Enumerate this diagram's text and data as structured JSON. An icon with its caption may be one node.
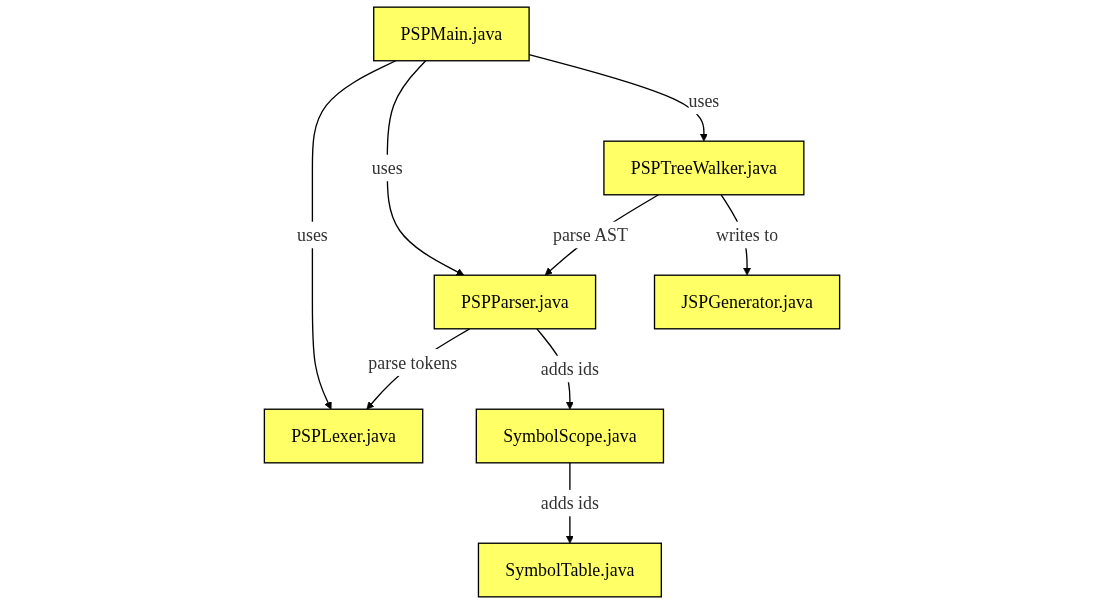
{
  "diagram": {
    "nodes": [
      {
        "text": [
          "PSPMain.java"
        ]
      },
      {
        "text": [
          "PSPLexer.java"
        ]
      },
      {
        "text": [
          "PSPParser.java"
        ]
      },
      {
        "text": [
          "PSPTreeWalker.java"
        ]
      },
      {
        "text": [
          "JSPGenerator.java"
        ]
      },
      {
        "text": [
          "SymbolScope.java"
        ]
      },
      {
        "text": [
          "SymbolTable.java"
        ]
      }
    ],
    "edges": [
      {
        "from": 0,
        "to": 1,
        "arrow": "to",
        "label": "uses"
      },
      {
        "from": 0,
        "to": 2,
        "arrow": "to",
        "label": "uses"
      },
      {
        "from": 0,
        "to": 3,
        "arrow": "to",
        "label": "uses"
      },
      {
        "from": 2,
        "to": 1,
        "arrow": "to",
        "label": "parse tokens"
      },
      {
        "from": 3,
        "to": 2,
        "arrow": "to",
        "label": "parse AST"
      },
      {
        "from": 3,
        "to": 4,
        "arrow": "to",
        "label": "writes to"
      },
      {
        "from": 2,
        "to": 5,
        "arrow": "to",
        "label": "adds ids"
      },
      {
        "from": 5,
        "to": 6,
        "arrow": "to",
        "label": "adds ids"
      }
    ]
  }
}
